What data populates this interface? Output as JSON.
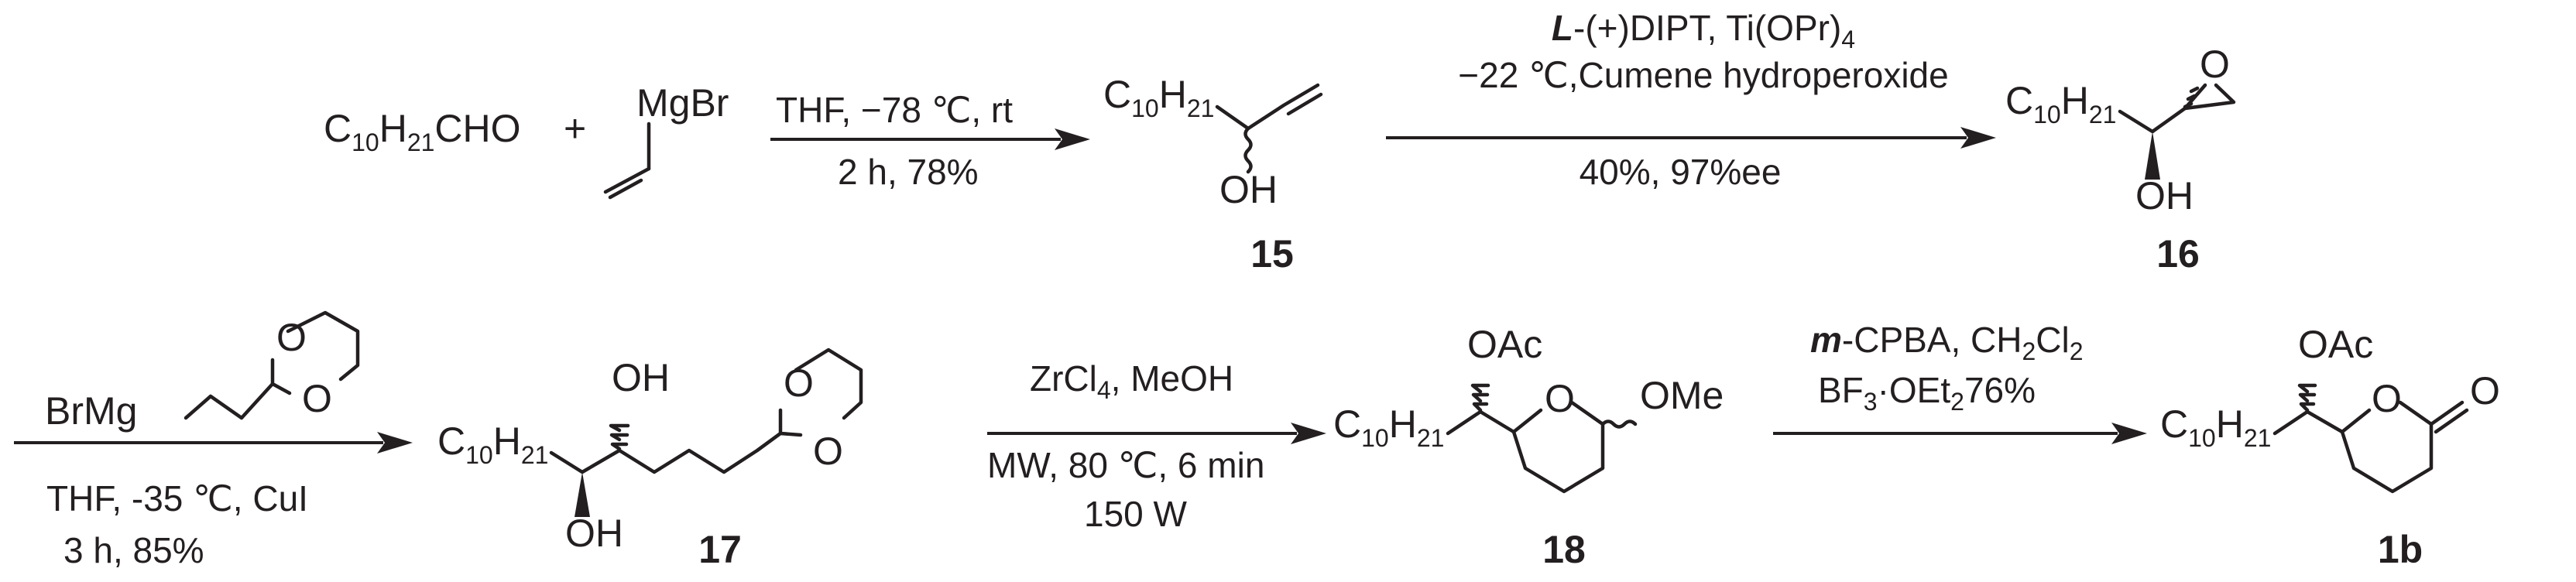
{
  "compounds": {
    "aldehyde": {
      "a": "C",
      "b": "10",
      "c": "H",
      "d": "21",
      "e": "CHO"
    },
    "plus": "+",
    "grignard": {
      "mg": "MgBr"
    },
    "c15": {
      "r1": "C",
      "r2": "10",
      "r3": "H",
      "r4": "21",
      "oh": "OH",
      "num": "15"
    },
    "c16": {
      "r1": "C",
      "r2": "10",
      "r3": "H",
      "r4": "21",
      "o": "O",
      "oh": "OH",
      "num": "16"
    },
    "c17": {
      "br": "BrMg",
      "r1": "C",
      "r2": "10",
      "r3": "H",
      "r4": "21",
      "oh1": "OH",
      "oh2": "OH",
      "o1": "O",
      "o2": "O",
      "o3": "O",
      "o4": "O",
      "num": "17"
    },
    "c18": {
      "oac": "OAc",
      "r1": "C",
      "r2": "10",
      "r3": "H",
      "r4": "21",
      "o": "O",
      "ome": "OMe",
      "num": "18"
    },
    "c1b": {
      "oac": "OAc",
      "r1": "C",
      "r2": "10",
      "r3": "H",
      "r4": "21",
      "o": "O",
      "o2": "O",
      "num": "1b"
    }
  },
  "conditions": {
    "step1": {
      "line1": "THF, −78 ℃, rt",
      "line2": "2 h, 78%"
    },
    "step2": {
      "l1a": "L",
      "l1b": "-(+)DIPT, Ti(OPr)",
      "l1c": "4",
      "line2": "−22 ℃,Cumene hydroperoxide",
      "line3": "40%, 97%ee"
    },
    "step3": {
      "line1": "THF, -35 ℃, CuI",
      "line2": "3 h, 85%"
    },
    "step4": {
      "l1a": "ZrCl",
      "l1b": "4",
      "l1c": ", MeOH",
      "line2": "MW, 80 ℃, 6 min",
      "line3": "150 W"
    },
    "step5": {
      "l1a": "m",
      "l1b": "-CPBA, CH",
      "l1c": "2",
      "l1d": "Cl",
      "l1e": "2",
      "l2a": "BF",
      "l2b": "3",
      "l2c": "·OEt",
      "l2d": "2",
      "l2e": "76%"
    }
  }
}
